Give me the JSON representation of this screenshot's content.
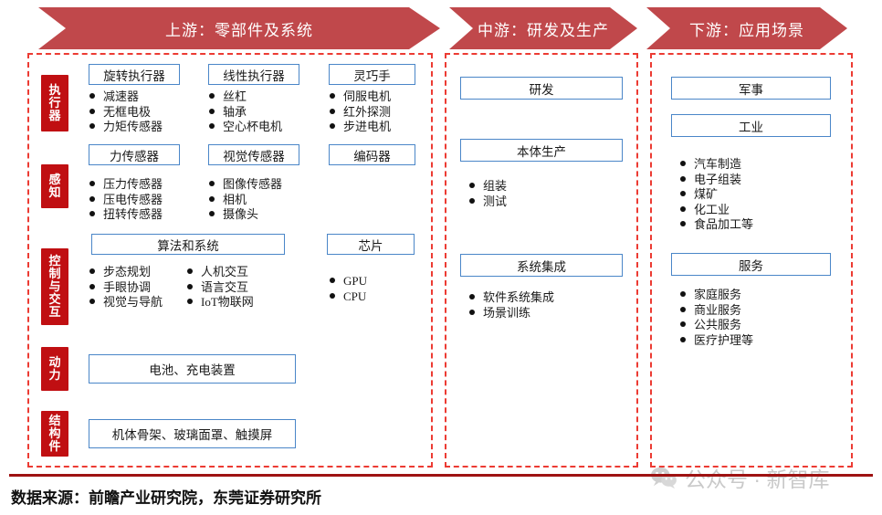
{
  "banners": {
    "upstream": "上游：零部件及系统",
    "midstream": "中游：研发及生产",
    "downstream": "下游：应用场景"
  },
  "upstream": {
    "categories": [
      {
        "label": "执行器"
      },
      {
        "label": "感知"
      },
      {
        "label": "控制与交互"
      },
      {
        "label": "动力"
      },
      {
        "label": "结构件"
      }
    ],
    "row1": {
      "boxes": [
        "旋转执行器",
        "线性执行器",
        "灵巧手"
      ],
      "lists": [
        [
          "减速器",
          "无框电极",
          "力矩传感器"
        ],
        [
          "丝杠",
          "轴承",
          "空心杯电机"
        ],
        [
          "伺服电机",
          "红外探测",
          "步进电机"
        ]
      ]
    },
    "row2": {
      "boxes": [
        "力传感器",
        "视觉传感器",
        "编码器"
      ],
      "lists": [
        [
          "压力传感器",
          "压电传感器",
          "扭转传感器"
        ],
        [
          "图像传感器",
          "相机",
          "摄像头"
        ],
        []
      ]
    },
    "row3": {
      "box_wide": "算法和系统",
      "box_chip": "芯片",
      "list_left": [
        "步态规划",
        "手眼协调",
        "视觉与导航"
      ],
      "list_right": [
        "人机交互",
        "语言交互",
        "IoT物联网"
      ],
      "list_chip": [
        "GPU",
        "CPU"
      ]
    },
    "row4": {
      "box": "电池、充电装置"
    },
    "row5": {
      "box": "机体骨架、玻璃面罩、触摸屏"
    }
  },
  "midstream": {
    "blocks": [
      {
        "title": "研发",
        "items": []
      },
      {
        "title": "本体生产",
        "items": [
          "组装",
          "测试"
        ]
      },
      {
        "title": "系统集成",
        "items": [
          "软件系统集成",
          "场景训练"
        ]
      }
    ]
  },
  "downstream": {
    "blocks": [
      {
        "title": "军事",
        "items": []
      },
      {
        "title": "工业",
        "items": [
          "汽车制造",
          "电子组装",
          "煤矿",
          "化工业",
          "食品加工等"
        ]
      },
      {
        "title": "服务",
        "items": [
          "家庭服务",
          "商业服务",
          "公共服务",
          "医疗护理等"
        ]
      }
    ]
  },
  "footer": {
    "source": "数据来源：前瞻产业研究院，东莞证券研究所",
    "watermark": "公众号 · 新智库"
  },
  "colors": {
    "banner_red": "#c0484b",
    "label_red": "#c00f12",
    "dashed_red": "#ec3b33",
    "box_blue": "#4a86c8",
    "rule_red": "#9e1212"
  }
}
